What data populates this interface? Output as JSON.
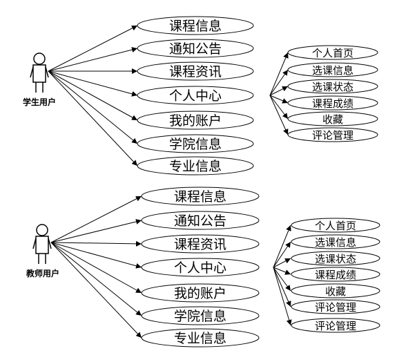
{
  "diagrams": [
    {
      "actor": "学生用户",
      "use_cases": [
        "课程信息",
        "通知公告",
        "课程资讯",
        "个人中心",
        "我的账户",
        "学院信息",
        "专业信息"
      ],
      "sub_cases": [
        "个人首页",
        "选课信息",
        "选课状态",
        "课程成绩",
        "收藏",
        "评论管理"
      ]
    },
    {
      "actor": "教师用户",
      "use_cases": [
        "课程信息",
        "通知公告",
        "课程资讯",
        "个人中心",
        "我的账户",
        "学院信息",
        "专业信息"
      ],
      "sub_cases": [
        "个人首页",
        "选课信息",
        "选课状态",
        "课程成绩",
        "收藏",
        "评论管理",
        "评论管理"
      ]
    }
  ]
}
